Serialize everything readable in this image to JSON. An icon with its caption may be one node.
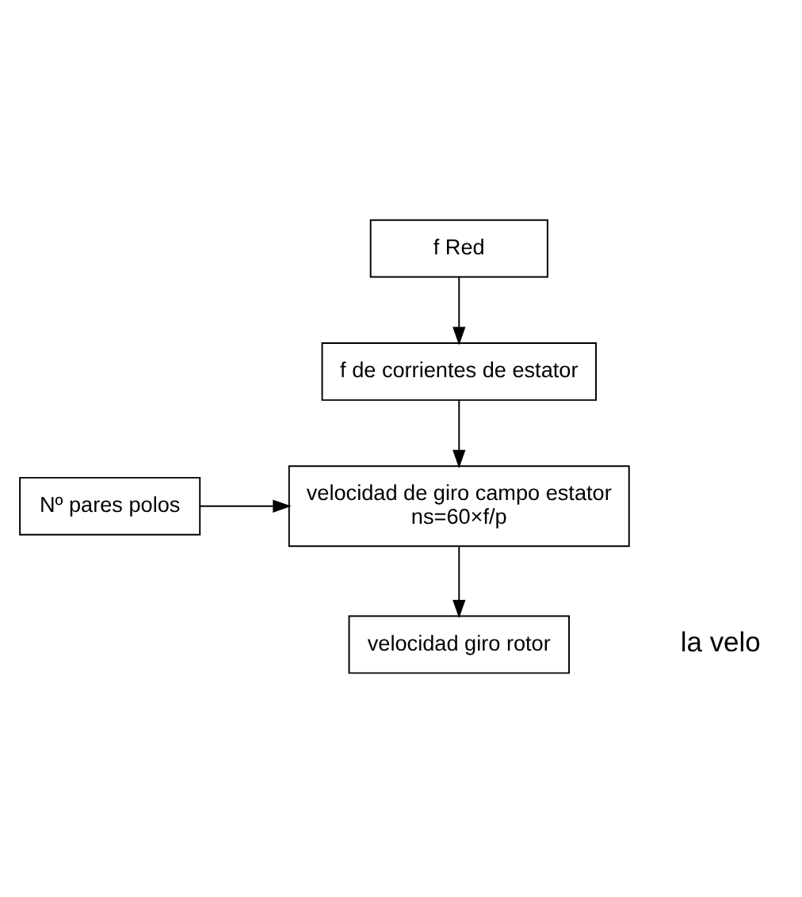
{
  "diagram": {
    "nodes": [
      {
        "text": [
          "f Red"
        ]
      },
      {
        "text": [
          "f de corrientes de estator"
        ]
      },
      {
        "text": [
          "velocidad de giro campo estator",
          "ns=60×f/p"
        ]
      },
      {
        "text": [
          "Nº pares polos"
        ]
      },
      {
        "text": [
          "velocidad giro rotor"
        ]
      }
    ],
    "edges": [
      {
        "from": 0,
        "to": 1,
        "arrow": "to"
      },
      {
        "from": 1,
        "to": 2,
        "arrow": "to"
      },
      {
        "from": 3,
        "to": 2,
        "arrow": "to"
      },
      {
        "from": 2,
        "to": 4,
        "arrow": "to"
      }
    ],
    "labels": [
      "la velo"
    ]
  }
}
